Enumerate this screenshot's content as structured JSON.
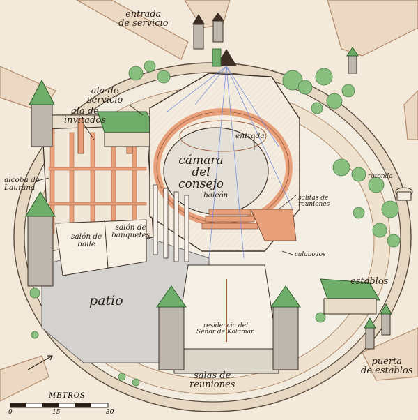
{
  "labels": {
    "entrada_servicio": "entrada\nde servicio",
    "ala_servicio": "ala de\nservicio",
    "ala_invitados": "ala de\ninvitados",
    "alcoba_laurana": "alcoba de\nLaurana",
    "camara_consejo": "cámara\ndel\nconsejo",
    "entrada": "entrada",
    "balcon": "balcón",
    "salitas_reuniones": "salitas de\nreuniones",
    "rotonda": "rotonda",
    "calabozos": "calabozos",
    "establos": "establos",
    "salon_baile": "salón de\nbaile",
    "salon_banquetes": "salón de\nbanquetes",
    "patio": "patio",
    "residencia": "residencia del\nSeñor de Kalaman",
    "salas_reuniones": "salas de\nreuniones",
    "puerta_establos": "puerta\nde establos"
  },
  "scale": {
    "title": "METROS",
    "ticks": [
      "0",
      "15",
      "30"
    ]
  },
  "colors": {
    "paper": "#f3eadb",
    "courtyard": "#efe6d6",
    "wall": "#d8c8b0",
    "roof_green": "#6fae6a",
    "brick": "#e8a07a",
    "stone": "#e4e0d8",
    "ink": "#2a1f17",
    "shadow": "#b9b4ad",
    "tree": "#8ac07f"
  }
}
